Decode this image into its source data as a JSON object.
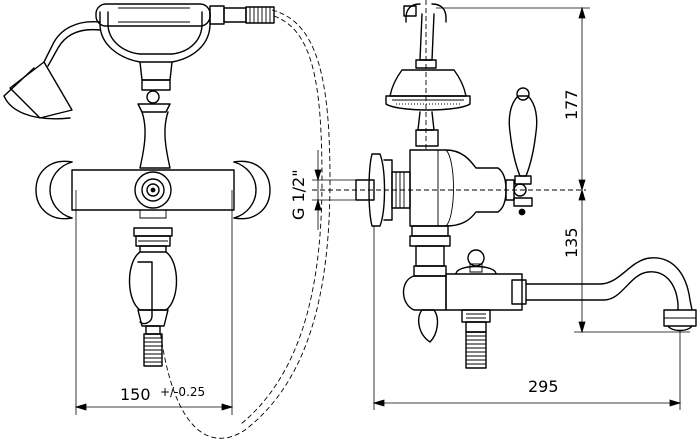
{
  "dimensions": {
    "width_left": "150",
    "tolerance": "+/-0.25",
    "thread": "G 1/2\"",
    "height_top": "177",
    "height_bottom": "135",
    "spout_length": "295"
  }
}
